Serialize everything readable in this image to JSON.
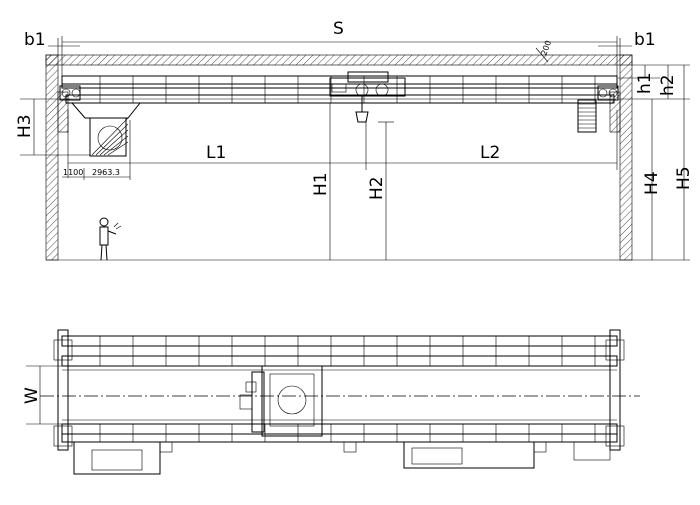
{
  "labels": {
    "S": "S",
    "b1_left": "b1",
    "b1_right": "b1",
    "h1": "h1",
    "h2": "h2",
    "H3": "H3",
    "H5": "H5",
    "H4": "H4",
    "H1": "H1",
    "H2": "H2",
    "L1": "L1",
    "L2": "L2",
    "W": "W",
    "dim_1100": "1100",
    "dim_2963": "2963.3",
    "dim_200": "200"
  }
}
